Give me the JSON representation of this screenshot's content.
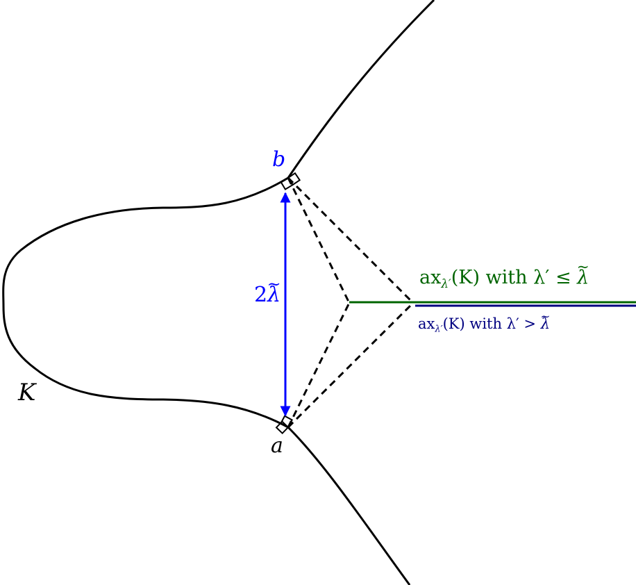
{
  "labels": {
    "b": "b",
    "a": "a",
    "K": "K",
    "distance_prefix": "2",
    "distance_symbol": "λ",
    "green_ax_prefix": "ax",
    "green_ax_sub": "λ′",
    "green_ax_middle": "(K) with λ′ ≤ ",
    "green_ax_tail": "λ",
    "blue_ax_prefix": "ax",
    "blue_ax_sub": "λ′",
    "blue_ax_middle": "(K) with λ′ > ",
    "blue_ax_tail": "λ"
  },
  "colors": {
    "curve": "#000000",
    "distance": "#0000ff",
    "green_axis": "#006400",
    "blue_axis": "#000080"
  }
}
